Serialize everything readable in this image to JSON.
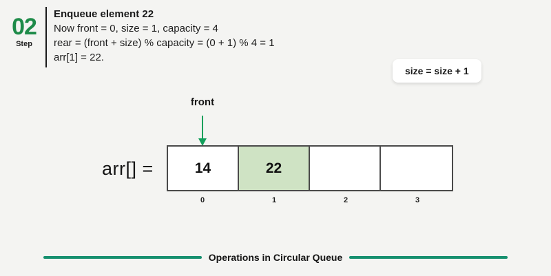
{
  "step": {
    "number": "02",
    "word": "Step",
    "title": "Enqueue element 22",
    "lines": [
      "Now front = 0, size = 1, capacity = 4",
      "rear = (front + size) % capacity = (0 + 1) % 4 = 1",
      "arr[1] = 22."
    ]
  },
  "callout": {
    "text": "size = size + 1"
  },
  "pointer": {
    "label": "front",
    "points_to_index": 0
  },
  "array": {
    "label": "arr[] =",
    "cells": [
      {
        "value": "14",
        "highlighted": false
      },
      {
        "value": "22",
        "highlighted": true
      },
      {
        "value": "",
        "highlighted": false
      },
      {
        "value": "",
        "highlighted": false
      }
    ],
    "indices": [
      "0",
      "1",
      "2",
      "3"
    ]
  },
  "footer": {
    "text": "Operations in Circular Queue"
  },
  "colors": {
    "background": "#f4f4f2",
    "accent_green": "#1e8b49",
    "arrow_green": "#13a05c",
    "highlight_green": "#cfe3c4",
    "footer_green": "#16906f",
    "text_dark": "#1a1a1a",
    "cell_border": "#4a4a4a"
  }
}
